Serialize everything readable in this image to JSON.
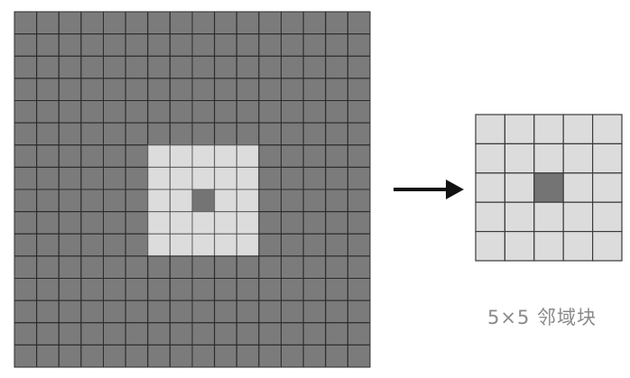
{
  "diagram": {
    "grid_size": 16,
    "neighborhood_size": 5,
    "neighborhood_center": [
      8,
      8
    ],
    "caption": "5×5 邻域块",
    "colors": {
      "outer_cell": "#7b7b7b",
      "neighborhood_cell": "#dcdcdc",
      "center_cell": "#747474",
      "grid_line": "#2b2b2b",
      "arrow": "#111111"
    }
  }
}
